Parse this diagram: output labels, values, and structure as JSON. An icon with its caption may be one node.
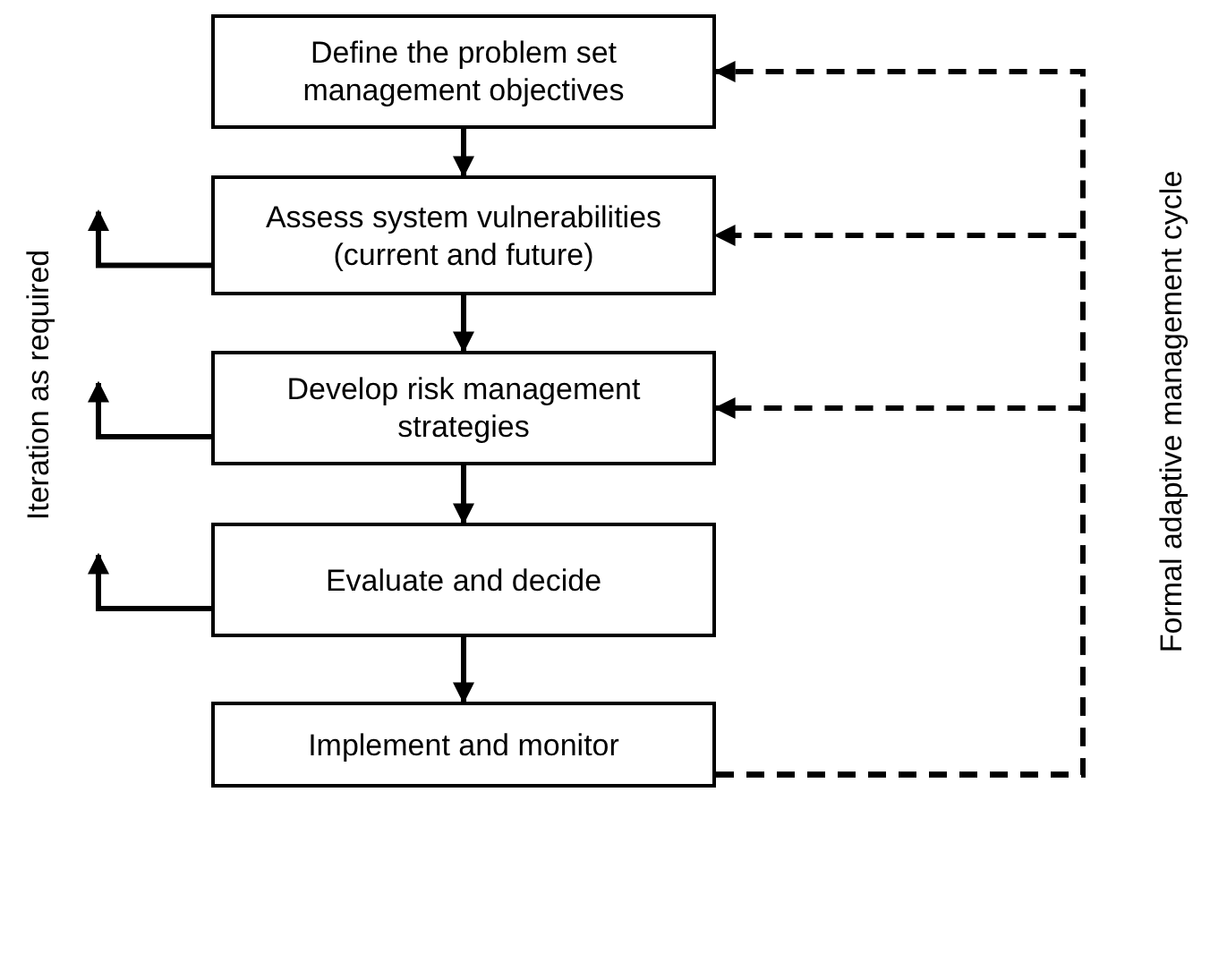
{
  "diagram": {
    "nodes": [
      {
        "text": [
          "Define the problem set management objectives"
        ]
      },
      {
        "text": [
          "Assess system vulnerabilities (current and future)"
        ]
      },
      {
        "text": [
          "Develop risk management strategies"
        ]
      },
      {
        "text": [
          "Evaluate and decide"
        ]
      },
      {
        "text": [
          "Implement and monitor"
        ]
      }
    ],
    "edges": [
      {
        "from": 0,
        "to": 1,
        "arrow": "to"
      },
      {
        "from": 1,
        "to": 2,
        "arrow": "to"
      },
      {
        "from": 2,
        "to": 3,
        "arrow": "to"
      },
      {
        "from": 3,
        "to": 4,
        "arrow": "to"
      },
      {
        "from": 1,
        "to": null,
        "arrow": "to"
      },
      {
        "from": 2,
        "to": null,
        "arrow": "to"
      },
      {
        "from": 3,
        "to": null,
        "arrow": "to"
      },
      {
        "from": 4,
        "to": 0,
        "arrow": "to",
        "style": "dashed"
      },
      {
        "from": 4,
        "to": 1,
        "arrow": "to",
        "style": "dashed"
      },
      {
        "from": 4,
        "to": 2,
        "arrow": "to",
        "style": "dashed"
      }
    ],
    "labels": [
      "Iteration as required",
      "Formal adaptive management cycle"
    ]
  }
}
